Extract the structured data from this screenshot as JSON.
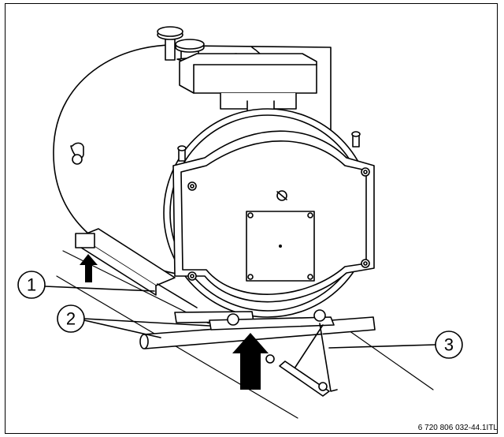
{
  "figure": {
    "callouts": [
      {
        "id": "1",
        "label": "1"
      },
      {
        "id": "2",
        "label": "2"
      },
      {
        "id": "3",
        "label": "3"
      }
    ],
    "figure_code": "6 720 806 032-44.1ITL"
  }
}
